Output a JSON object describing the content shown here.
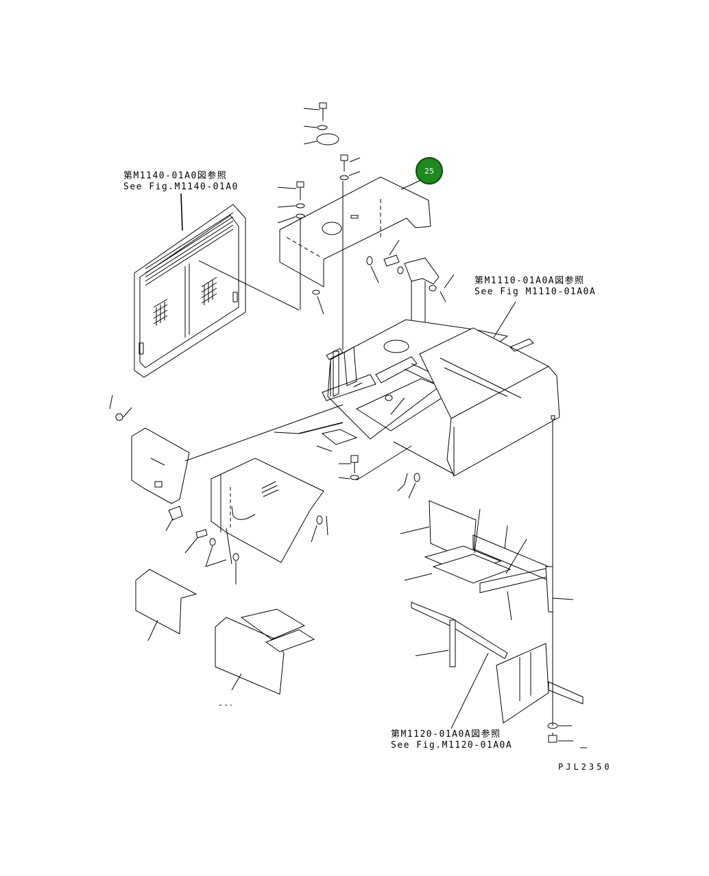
{
  "references": [
    {
      "jp": "第M1140-01A0図参照",
      "en": "See Fig.M1140-01A0"
    },
    {
      "jp": "第M1110-01A0A図参照",
      "en": "See Fig M1110-01A0A"
    },
    {
      "jp": "第M1120-01A0A図参照",
      "en": "See Fig.M1120-01A0A"
    }
  ],
  "callout": {
    "label": "25",
    "color": "#1d8a1d"
  },
  "drawing_code": "PJL2350"
}
